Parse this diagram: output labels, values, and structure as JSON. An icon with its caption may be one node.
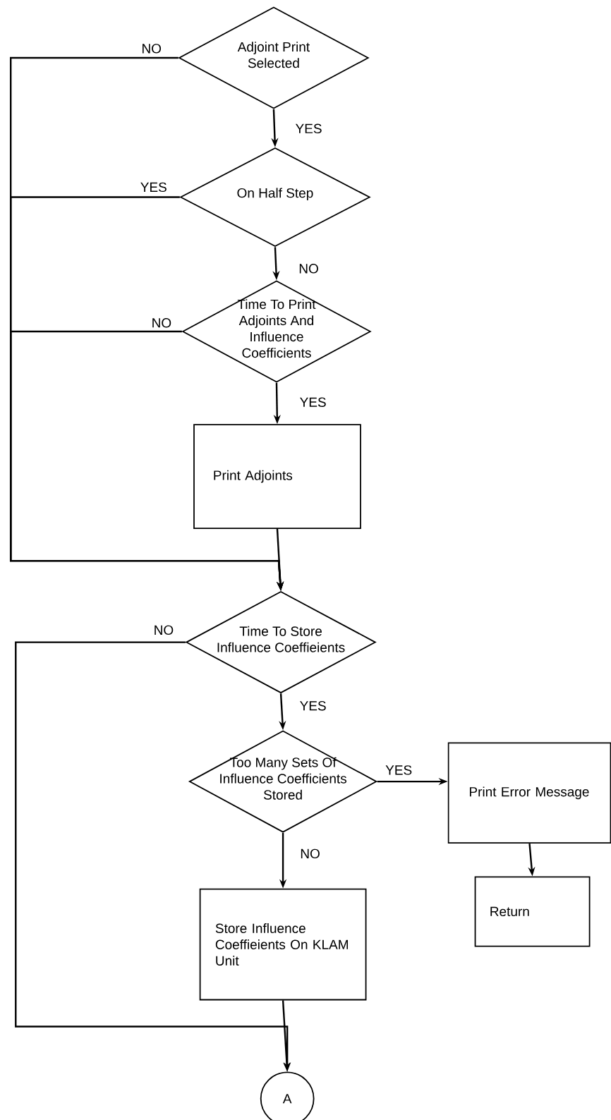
{
  "diagram": {
    "nodes": [
      {
        "text": [
          "Adjoint Print Selected"
        ]
      },
      {
        "text": [
          "On Half Step"
        ]
      },
      {
        "text": [
          "Time To Print Adjoints And Influence Coefficients"
        ]
      },
      {
        "text": [
          "Print Adjoints"
        ]
      },
      {
        "text": [
          "Time To Store Influence Coeffieients"
        ]
      },
      {
        "text": [
          "Too Many Sets Of Influence Coefficients Stored"
        ]
      },
      {
        "text": [
          "Print Error Message"
        ]
      },
      {
        "text": [
          "Return"
        ]
      },
      {
        "text": [
          "Store Influence Coeffieients On KLAM Unit"
        ]
      },
      {
        "text": [
          "A"
        ]
      }
    ],
    "edges": [
      {
        "from": 0,
        "to": 1,
        "arrow": "to",
        "label": "YES"
      },
      {
        "from": 1,
        "to": 2,
        "arrow": "to",
        "label": "NO"
      },
      {
        "from": 2,
        "to": 3,
        "arrow": "to",
        "label": "YES"
      },
      {
        "from": 0,
        "to": 4,
        "arrow": "to",
        "label": "NO"
      },
      {
        "from": 1,
        "to": 4,
        "arrow": "to",
        "label": "YES"
      },
      {
        "from": 2,
        "to": 4,
        "arrow": "to",
        "label": "NO"
      },
      {
        "from": 3,
        "to": 4,
        "arrow": "to"
      },
      {
        "from": 4,
        "to": 5,
        "arrow": "to",
        "label": "YES"
      },
      {
        "from": 4,
        "to": 9,
        "arrow": "to",
        "label": "NO"
      },
      {
        "from": 5,
        "to": 6,
        "arrow": "to",
        "label": "YES"
      },
      {
        "from": 5,
        "to": 8,
        "arrow": "to",
        "label": "NO"
      },
      {
        "from": 6,
        "to": 7,
        "arrow": "to"
      },
      {
        "from": 8,
        "to": 9,
        "arrow": "to"
      }
    ]
  }
}
